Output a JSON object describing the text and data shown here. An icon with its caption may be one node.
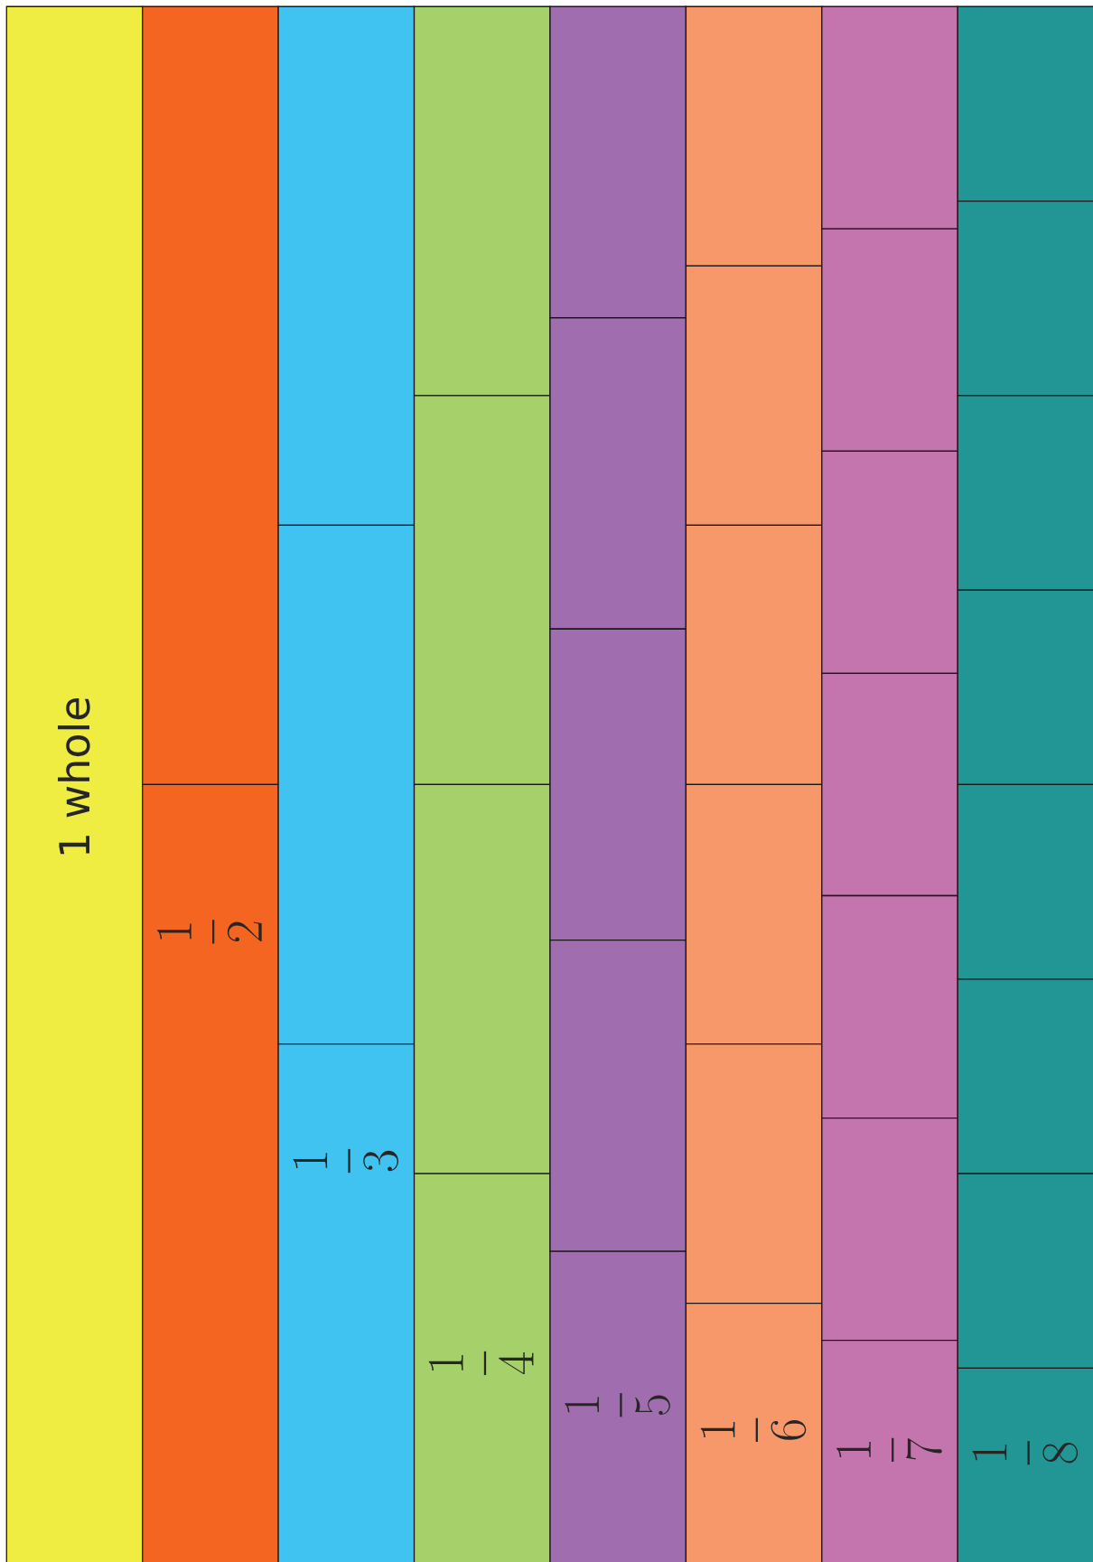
{
  "diagram": {
    "nodes": [
      {
        "text": [
          "1 whole"
        ]
      },
      {
        "text": [],
        "shape": "box"
      },
      {
        "text": [
          "\\frac{1}{2}"
        ]
      },
      {
        "text": [],
        "shape": "box"
      },
      {
        "text": [],
        "shape": "box"
      },
      {
        "text": [
          "\\frac{1}{3}"
        ]
      },
      {
        "text": [],
        "shape": "box"
      },
      {
        "text": [],
        "shape": "box"
      },
      {
        "text": [],
        "shape": "box"
      },
      {
        "text": [
          "\\frac{1}{4}"
        ]
      },
      {
        "text": [],
        "shape": "box"
      },
      {
        "text": [],
        "shape": "box"
      },
      {
        "text": [],
        "shape": "box"
      },
      {
        "text": [],
        "shape": "box"
      },
      {
        "text": [
          "\\frac{1}{5}"
        ]
      },
      {
        "text": [],
        "shape": "box"
      },
      {
        "text": [],
        "shape": "box"
      },
      {
        "text": [],
        "shape": "box"
      },
      {
        "text": [],
        "shape": "box"
      },
      {
        "text": [],
        "shape": "box"
      },
      {
        "text": [
          "\\frac{1}{6}"
        ]
      },
      {
        "text": [],
        "shape": "box"
      },
      {
        "text": [],
        "shape": "box"
      },
      {
        "text": [],
        "shape": "box"
      },
      {
        "text": [],
        "shape": "box"
      },
      {
        "text": [],
        "shape": "box"
      },
      {
        "text": [],
        "shape": "box"
      },
      {
        "text": [
          "\\frac{1}{7}"
        ]
      },
      {
        "text": [],
        "shape": "box"
      },
      {
        "text": [],
        "shape": "box"
      },
      {
        "text": [],
        "shape": "box"
      },
      {
        "text": [],
        "shape": "box"
      },
      {
        "text": [],
        "shape": "box"
      },
      {
        "text": [],
        "shape": "box"
      },
      {
        "text": [],
        "shape": "box"
      },
      {
        "text": [
          "\\frac{1}{8}"
        ]
      }
    ]
  }
}
